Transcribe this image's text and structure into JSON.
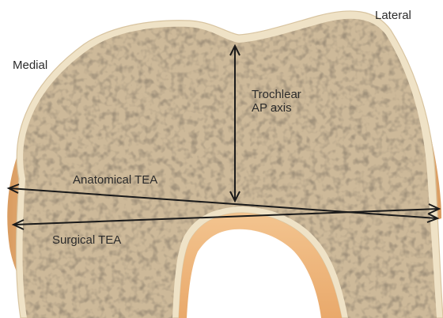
{
  "labels": {
    "lateral": "Lateral",
    "medial": "Medial",
    "trochlear_line1": "Trochlear",
    "trochlear_line2": "AP axis",
    "anatomical_tea": "Anatomical TEA",
    "surgical_tea": "Surgical TEA"
  },
  "colors": {
    "bone_fill": "#c9b596",
    "bone_rim": "#efe2c6",
    "soft_tissue": "#e3b27e",
    "notch_cartilage": "#f2c79a",
    "axis_lines": "#1a1a1a"
  }
}
